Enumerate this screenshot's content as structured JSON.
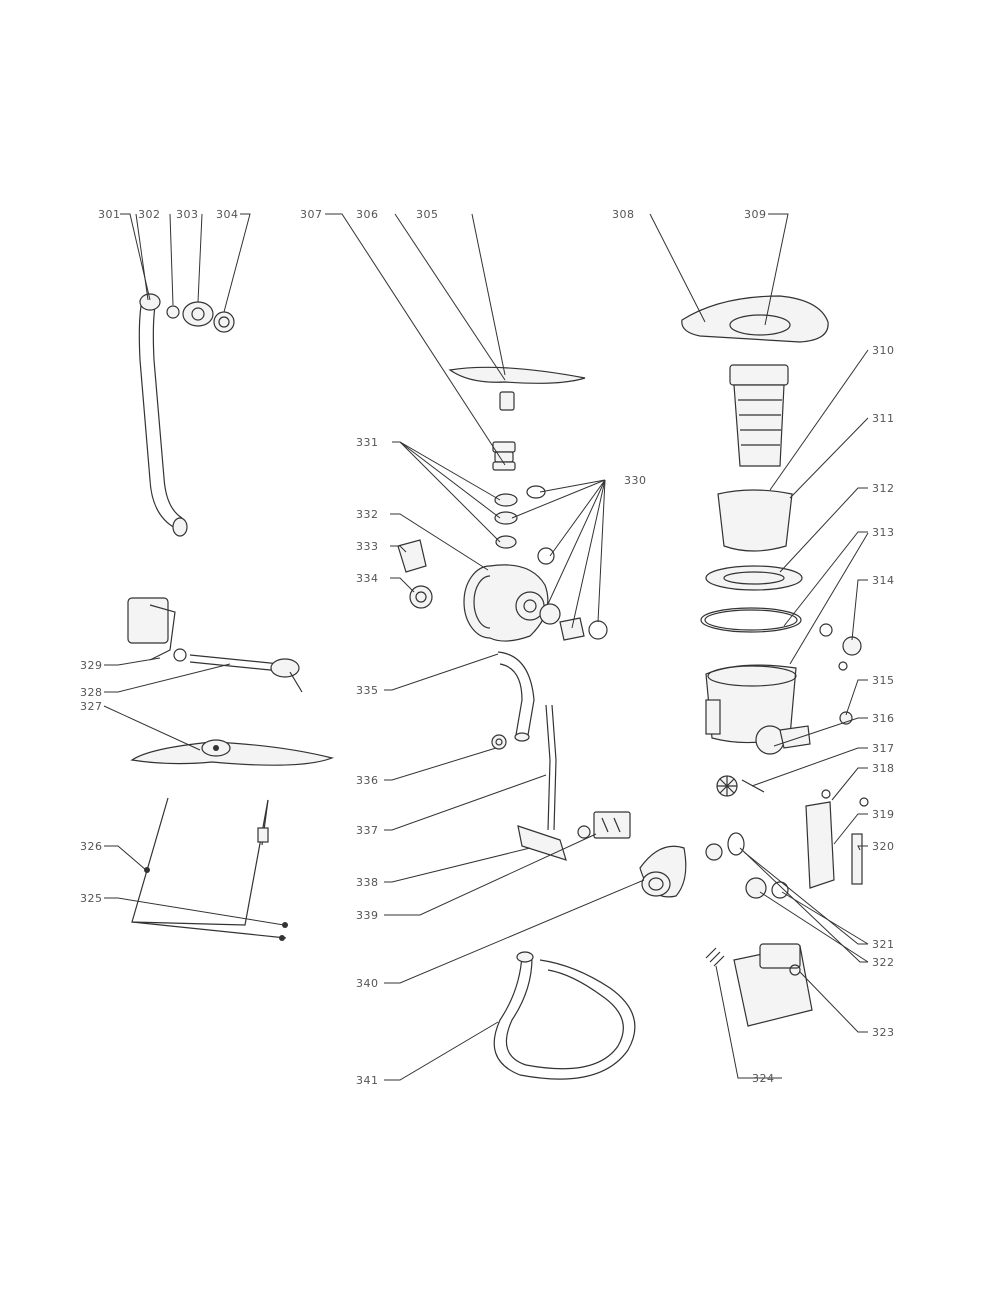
{
  "diagram": {
    "labels": {
      "l301": "301",
      "l302": "302",
      "l303": "303",
      "l304": "304",
      "l307": "307",
      "l306": "306",
      "l305": "305",
      "l308": "308",
      "l309": "309",
      "l310": "310",
      "l311": "311",
      "l312": "312",
      "l313": "313",
      "l314": "314",
      "l315": "315",
      "l316": "316",
      "l317": "317",
      "l318": "318",
      "l319": "319",
      "l320": "320",
      "l321": "321",
      "l322": "322",
      "l323": "323",
      "l324": "324",
      "l325": "325",
      "l326": "326",
      "l327": "327",
      "l328": "328",
      "l329": "329",
      "l330": "330",
      "l331": "331",
      "l332": "332",
      "l333": "333",
      "l334": "334",
      "l335": "335",
      "l336": "336",
      "l337": "337",
      "l338": "338",
      "l339": "339",
      "l340": "340",
      "l341": "341"
    }
  }
}
